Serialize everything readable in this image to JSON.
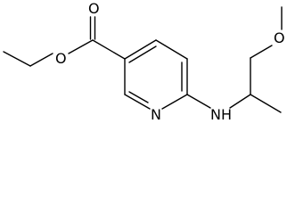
{
  "diagram": {
    "atoms": {
      "o_carbonyl": "O",
      "o_ester": "O",
      "n_ring": "N",
      "nh": "NH",
      "o_methoxy": "O"
    }
  }
}
